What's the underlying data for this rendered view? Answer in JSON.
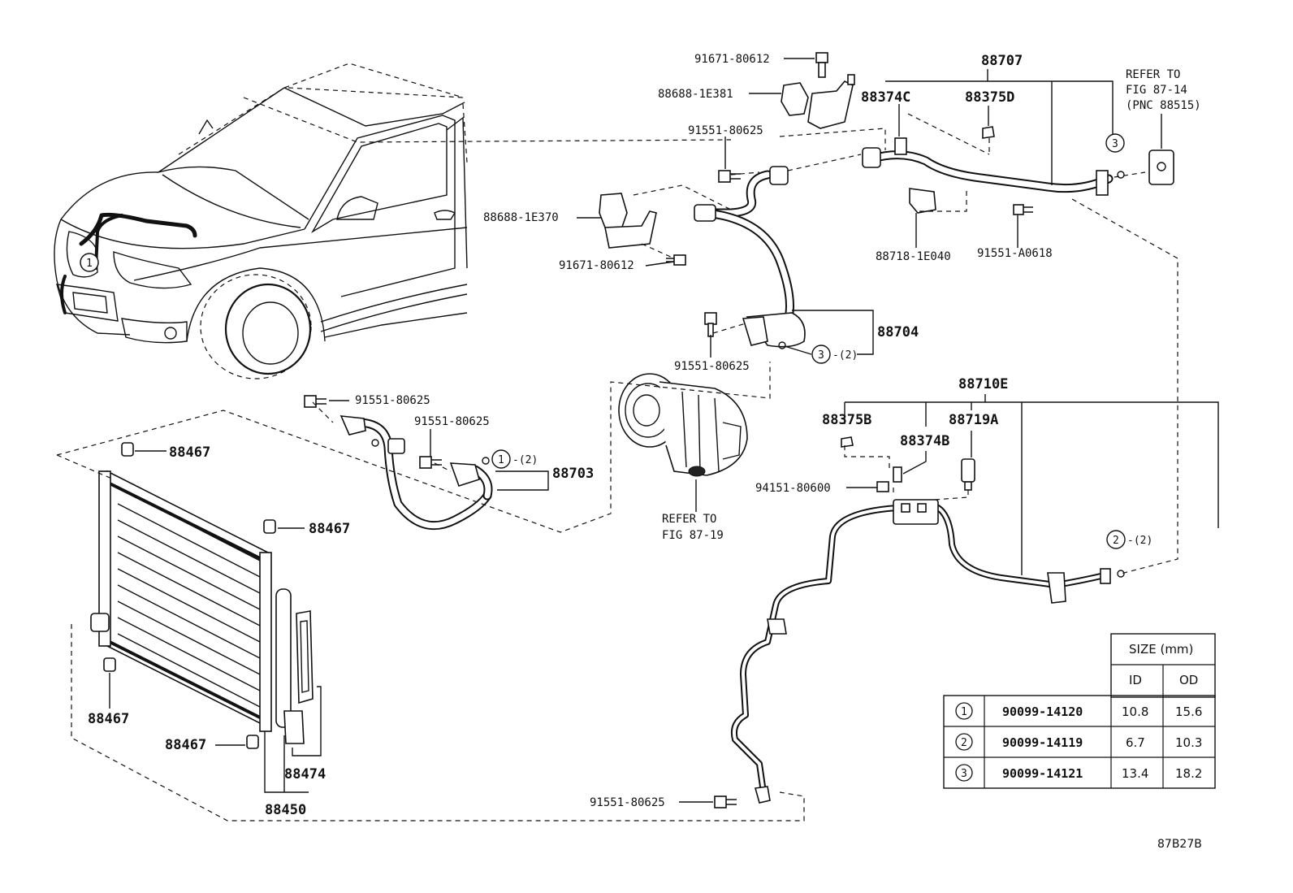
{
  "labels": {
    "p1": "91671-80612",
    "p2": "88688-1E381",
    "p3": "91551-80625",
    "p4": "88707",
    "p5": "88374C",
    "p6": "88375D",
    "p7": "REFER TO",
    "p8": "FIG 87-14",
    "p9": "(PNC 88515)",
    "p10": "88688-1E370",
    "p11": "91671-80612",
    "p12": "88718-1E040",
    "p13": "91551-A0618",
    "p14": "88704",
    "p15": "91551-80625",
    "p16": "91551-80625",
    "p17": "91551-80625",
    "p18": "88703",
    "p19": "88467",
    "p20": "88467",
    "p21": "88710E",
    "p22": "88375B",
    "p23": "88719A",
    "p24": "88374B",
    "p25": "94151-80600",
    "p26": "REFER TO",
    "p27": "FIG 87-19",
    "p28": "88467",
    "p29": "88467",
    "p30": "88474",
    "p31": "88450",
    "p32": "91551-80625",
    "q1": "-(2)",
    "q2": "-(2)",
    "q3": "-(2)",
    "c1": "1",
    "c2": "3",
    "c3": "3",
    "c4": "1",
    "c5": "2",
    "fig_id": "87B27B"
  },
  "table": {
    "header": "SIZE (mm)",
    "col_id": "ID",
    "col_od": "OD",
    "rows": [
      {
        "mark": "1",
        "part": "90099-14120",
        "id": "10.8",
        "od": "15.6"
      },
      {
        "mark": "2",
        "part": "90099-14119",
        "id": "6.7",
        "od": "10.3"
      },
      {
        "mark": "3",
        "part": "90099-14121",
        "id": "13.4",
        "od": "18.2"
      }
    ]
  }
}
